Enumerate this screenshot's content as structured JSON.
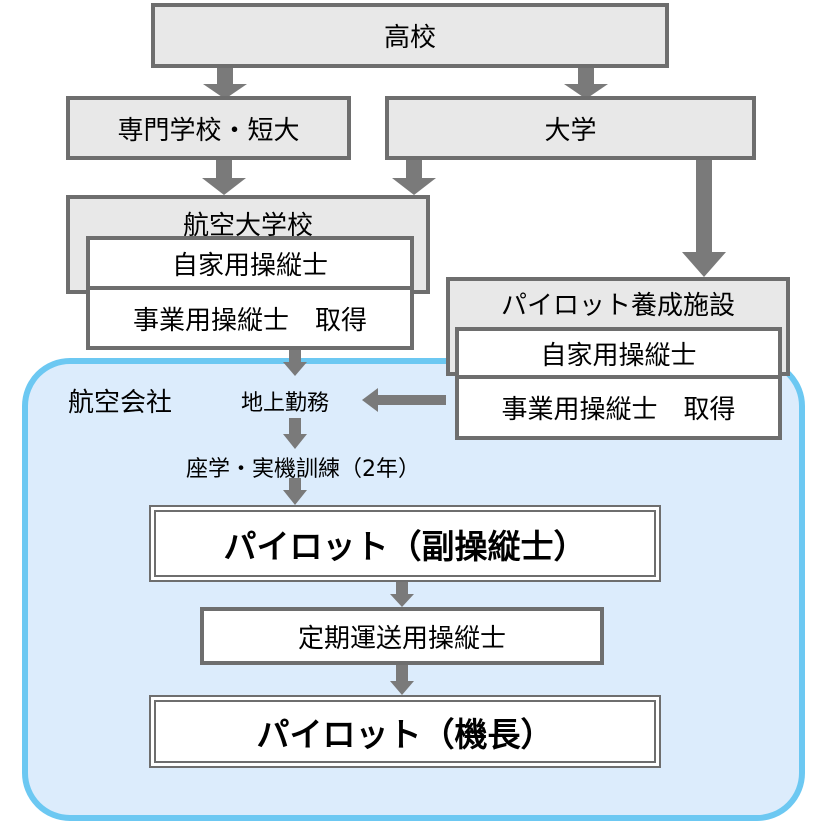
{
  "diagram": {
    "high_school": "高校",
    "vocational": "専門学校・短大",
    "university": "大学",
    "aviation_college": "航空大学校",
    "aviation_college_private": "自家用操縦士",
    "aviation_college_commercial": "事業用操縦士　取得",
    "training_facility": "パイロット養成施設",
    "training_facility_private": "自家用操縦士",
    "training_facility_commercial": "事業用操縦士　取得",
    "airline": "航空会社",
    "ground_duty": "地上勤務",
    "training": "座学・実機訓練（2年）",
    "copilot": "パイロット（副操縦士）",
    "atp_license": "定期運送用操縦士",
    "captain": "パイロット（機長）"
  },
  "colors": {
    "box_border": "#6e6e6e",
    "box_fill": "#e8e8e8",
    "arrow": "#7a7a7a",
    "airline_border": "#6cc8f2",
    "airline_fill": "#dcecfc"
  }
}
